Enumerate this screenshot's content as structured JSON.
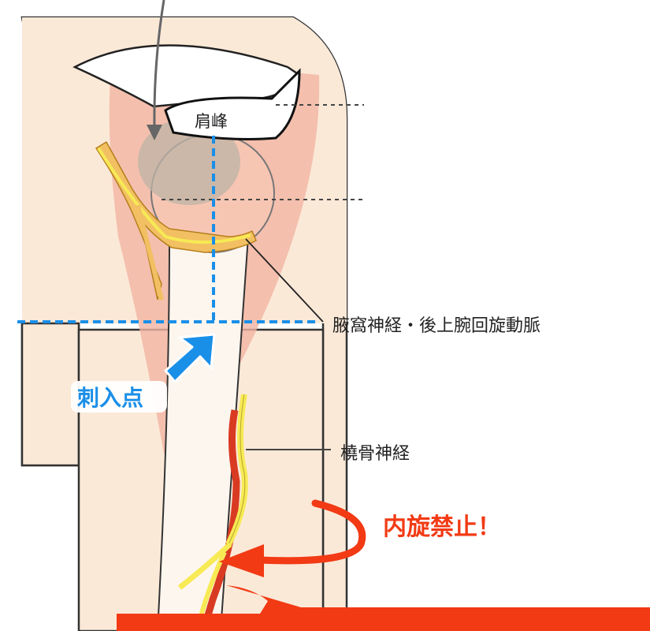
{
  "labels": {
    "acromion": "肩峰",
    "axillary": "腋窩神経・後上腕回旋動脈",
    "insertion": "刺入点",
    "radial": "橈骨神経",
    "warning": "内旋禁止！"
  },
  "colors": {
    "skin": "#fbe9d8",
    "muscle": "#f3b4a2",
    "bone": "#fdf6ef",
    "outline": "#333333",
    "nerve": "#f7ea55",
    "nerve_orange": "#f2c063",
    "artery": "#d83b22",
    "insertion_blue": "#1a8fe8",
    "warning_red": "#f23a14",
    "dashed_black": "#444444",
    "arrow_gray": "#666666"
  }
}
